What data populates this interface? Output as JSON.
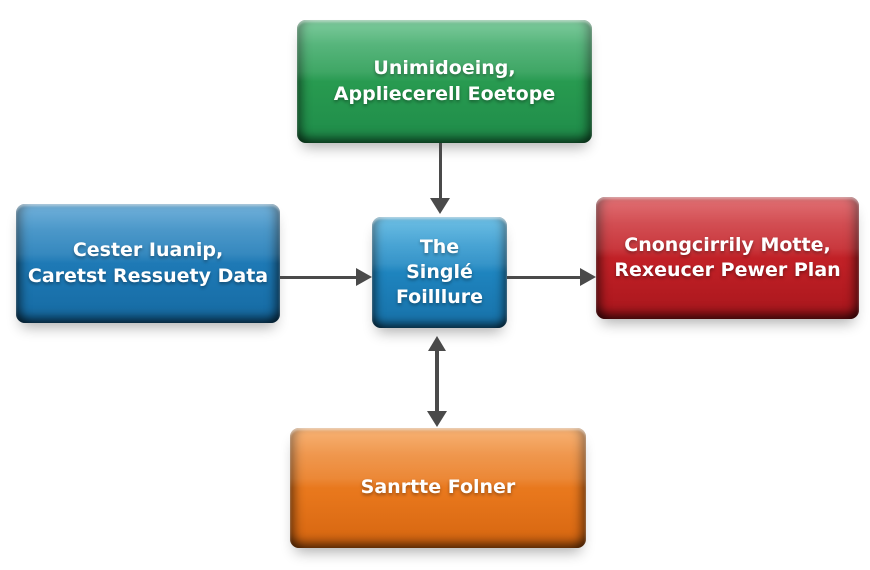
{
  "background_color": "#ffffff",
  "arrow_color": "#4a4a4a",
  "nodes": {
    "top": {
      "lines": [
        "Unimidoeing,",
        "Appliecerell Eoetope"
      ],
      "color": "#28a156"
    },
    "left": {
      "lines": [
        "Cester Iuanip,",
        "Caretst Ressuety Data"
      ],
      "color": "#1d7ab8"
    },
    "center": {
      "lines": [
        "The",
        "Singlé",
        "Foilllure"
      ],
      "color": "#1f86c0"
    },
    "right": {
      "lines": [
        "Cnongcirrily Motte,",
        "Rexeucer Pewer Plan"
      ],
      "color": "#c4212a"
    },
    "bottom": {
      "lines": [
        "Sanrtte Folner"
      ],
      "color": "#e8781f"
    }
  },
  "arrows": [
    {
      "id": "top-to-center",
      "direction": "down",
      "heads": "single"
    },
    {
      "id": "left-to-center",
      "direction": "right",
      "heads": "single"
    },
    {
      "id": "center-to-right",
      "direction": "right",
      "heads": "single"
    },
    {
      "id": "center-to-bottom",
      "direction": "vertical",
      "heads": "double"
    }
  ]
}
